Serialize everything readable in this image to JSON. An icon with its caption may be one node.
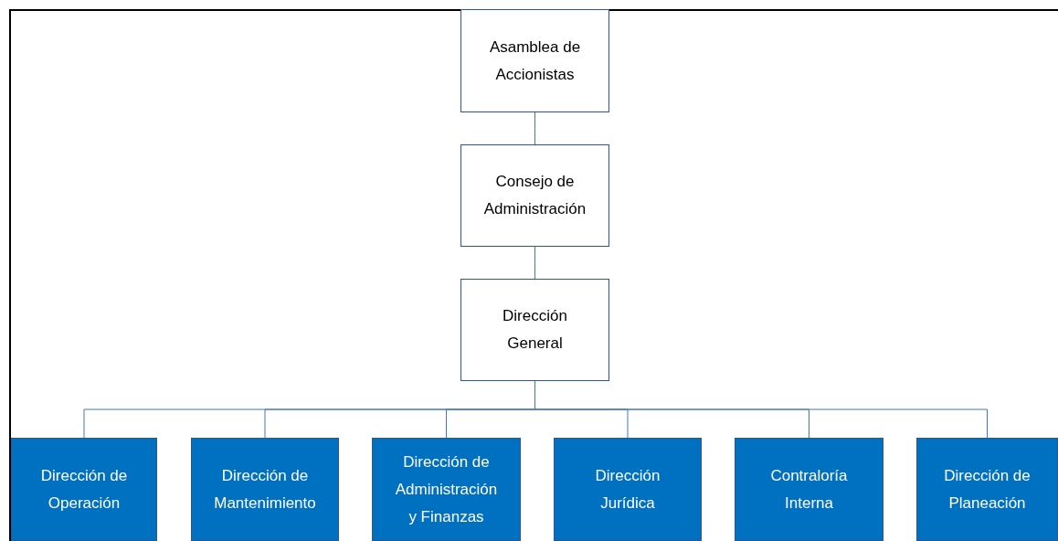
{
  "diagram": {
    "nodes": [
      {
        "text": [
          "Asamblea de Accionistas"
        ]
      },
      {
        "text": [
          "Consejo de Administración"
        ]
      },
      {
        "text": [
          "Dirección General"
        ]
      },
      {
        "text": [
          "Dirección de Operación"
        ]
      },
      {
        "text": [
          "Dirección de Mantenimiento"
        ]
      },
      {
        "text": [
          "Dirección de Administración y Finanzas"
        ]
      },
      {
        "text": [
          "Dirección Jurídica"
        ]
      },
      {
        "text": [
          "Contraloría Interna"
        ]
      },
      {
        "text": [
          "Dirección de Planeación"
        ]
      }
    ],
    "edges": [
      {
        "from": 0,
        "to": 1,
        "arrow": "none"
      },
      {
        "from": 1,
        "to": 2,
        "arrow": "none"
      },
      {
        "from": 2,
        "to": 3,
        "arrow": "none"
      },
      {
        "from": 2,
        "to": 4,
        "arrow": "none"
      },
      {
        "from": 2,
        "to": 5,
        "arrow": "none"
      },
      {
        "from": 2,
        "to": 6,
        "arrow": "none"
      },
      {
        "from": 2,
        "to": 7,
        "arrow": "none"
      },
      {
        "from": 2,
        "to": 8,
        "arrow": "none"
      }
    ]
  }
}
